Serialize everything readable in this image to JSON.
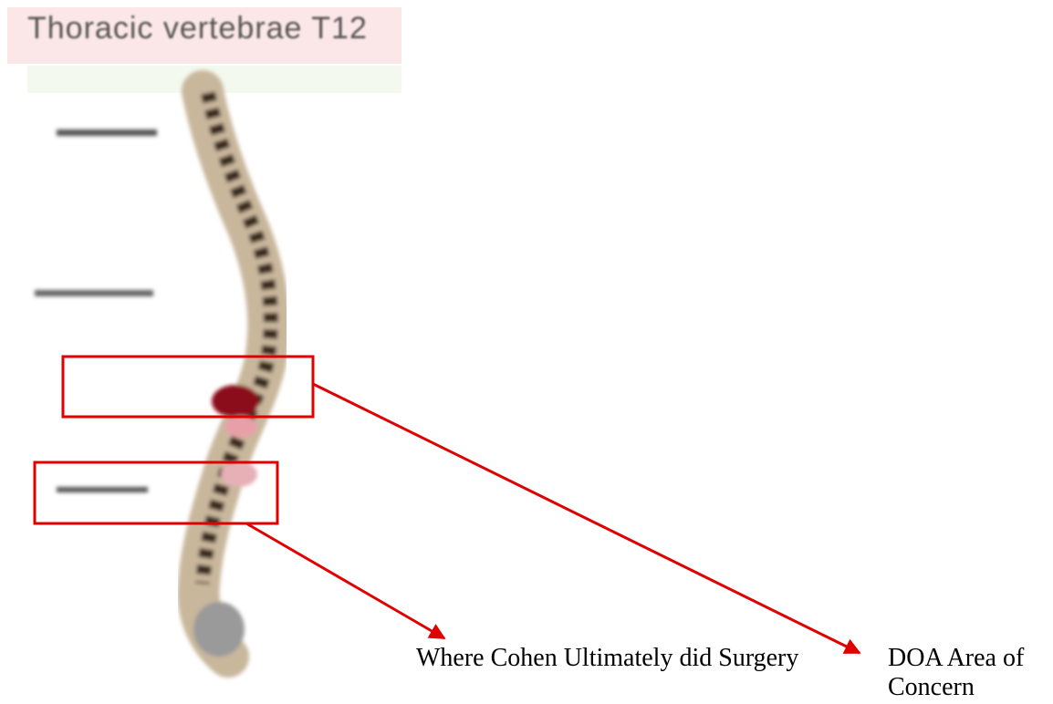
{
  "figure": {
    "title": "Thoracic vertebrae T12",
    "colors": {
      "annotation": "#e00000",
      "bone": "#3b2a1e",
      "highlight": "#8b0a1a",
      "title_strip": "#fbe7e7"
    }
  },
  "annotations": [
    {
      "label": "Where Cohen Ultimately did Surgery"
    },
    {
      "label": "DOA Area of Concern"
    }
  ]
}
